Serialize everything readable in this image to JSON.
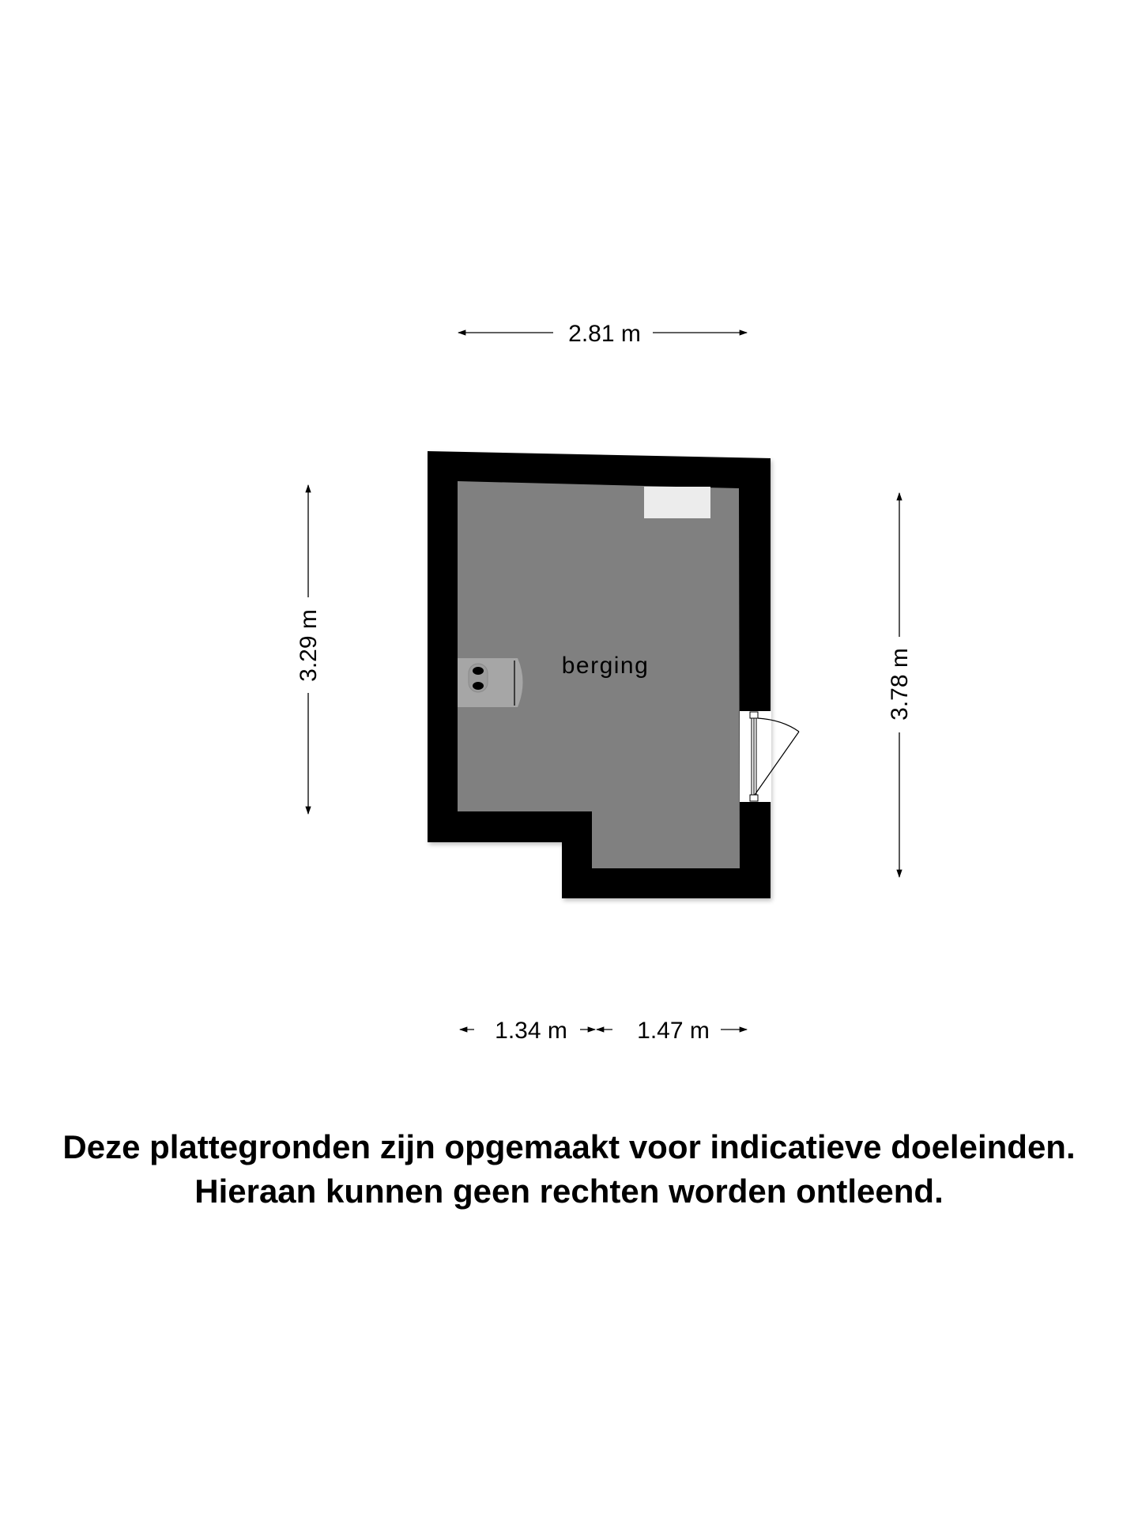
{
  "floorplan": {
    "room": {
      "label": "berging",
      "floor_color": "#808080",
      "wall_color": "#000000"
    },
    "dimensions": {
      "top": "2.81 m",
      "left": "3.29 m",
      "right": "3.78 m",
      "bottom_left": "1.34 m",
      "bottom_right": "1.47 m"
    },
    "fixtures": [
      {
        "type": "stove-cooktop",
        "burners": 2
      },
      {
        "type": "white-counter"
      },
      {
        "type": "door"
      }
    ]
  },
  "disclaimer": {
    "line1": "Deze plattegronden zijn opgemaakt voor indicatieve doeleinden.",
    "line2": "Hieraan kunnen geen rechten worden ontleend."
  }
}
